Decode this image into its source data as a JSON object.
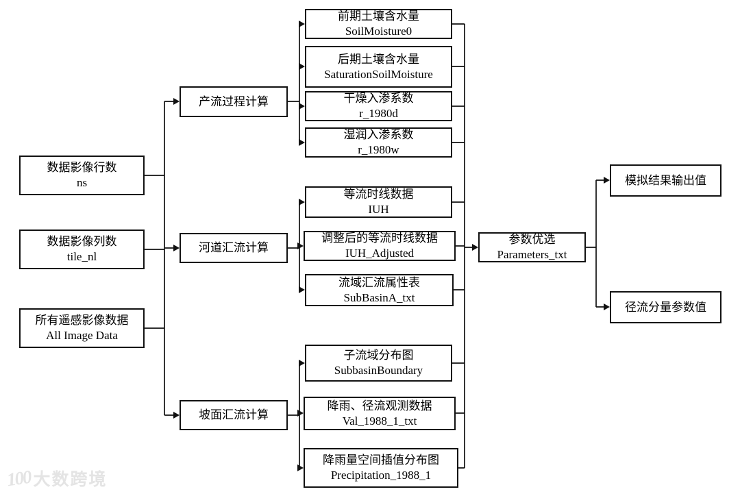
{
  "inputs": [
    {
      "label": "数据影像行数",
      "code": "ns"
    },
    {
      "label": "数据影像列数",
      "code": "tile_nl"
    },
    {
      "label": "所有遥感影像数据",
      "code": "All Image Data"
    }
  ],
  "processes": [
    {
      "label": "产流过程计算"
    },
    {
      "label": "河道汇流计算"
    },
    {
      "label": "坡面汇流计算"
    }
  ],
  "datasets": [
    {
      "label": "前期土壤含水量",
      "code": "SoilMoisture0"
    },
    {
      "label": "后期土壤含水量",
      "code": "SaturationSoilMoisture"
    },
    {
      "label": "干燥入渗系数",
      "code": "r_1980d"
    },
    {
      "label": "湿润入渗系数",
      "code": "r_1980w"
    },
    {
      "label": "等流时线数据",
      "code": "IUH"
    },
    {
      "label": "调整后的等流时线数据",
      "code": "IUH_Adjusted"
    },
    {
      "label": "流域汇流属性表",
      "code": "SubBasinA_txt"
    },
    {
      "label": "子流域分布图",
      "code": "SubbasinBoundary"
    },
    {
      "label": "降雨、径流观测数据",
      "code": "Val_1988_1_txt"
    },
    {
      "label": "降雨量空间插值分布图",
      "code": "Precipitation_1988_1"
    }
  ],
  "optimizer": {
    "label": "参数优选",
    "code": "Parameters_txt"
  },
  "results": [
    {
      "label": "模拟结果输出值"
    },
    {
      "label": "径流分量参数值"
    }
  ],
  "watermark": {
    "logo": "100",
    "text": "大数跨境"
  },
  "colors": {
    "line": "#111111",
    "box_border": "#111111",
    "watermark": "#e4e4e4"
  }
}
